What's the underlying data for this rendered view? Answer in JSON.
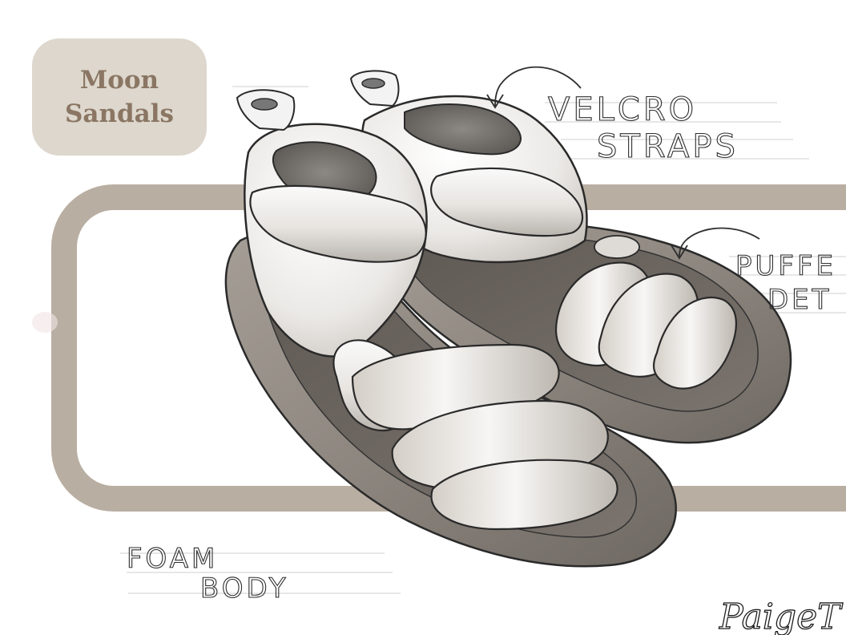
{
  "title_card": {
    "line1": "Moon",
    "line2": "Sandals"
  },
  "annotations": {
    "velcro_line1": "VELCRO",
    "velcro_line2": "STRAPS",
    "puffer_line1": "PUFFE",
    "puffer_line2": "DET",
    "foam_line1": "FOAM",
    "foam_line2": "BODY"
  },
  "signature": "PaigeT",
  "colors": {
    "frame": "#b9aea2",
    "card": "#ddd7cd",
    "card_text": "#8a7663",
    "sole": "#8e8780",
    "foam_light": "#f2f2f2",
    "ink": "#2e2e2e"
  }
}
